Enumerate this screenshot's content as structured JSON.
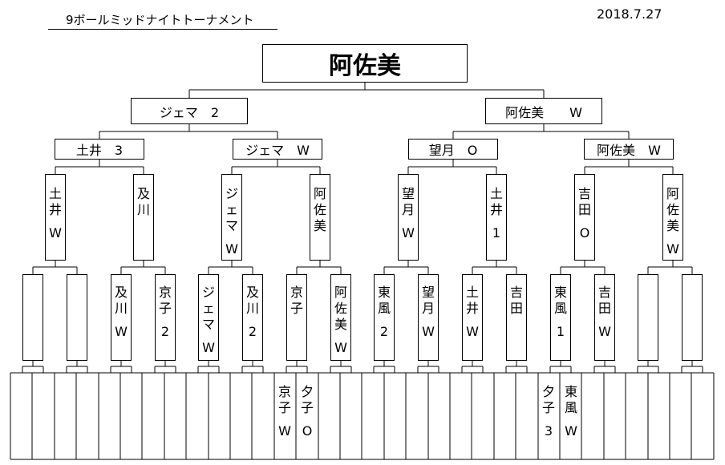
{
  "header": {
    "title": "9ボールミッドナイトトーナメント",
    "date": "2018.7.27"
  },
  "champion": "阿佐美",
  "semi": [
    {
      "label": "ジェマ　2"
    },
    {
      "label": "阿佐美　　W"
    }
  ],
  "quarter": [
    {
      "label": "土井　3"
    },
    {
      "label": "ジェマ　W"
    },
    {
      "label": "望月　O"
    },
    {
      "label": "阿佐美　W"
    }
  ],
  "round16": [
    {
      "name": "土井",
      "result": "W"
    },
    {
      "name": "及川",
      "result": ""
    },
    {
      "name": "ジェマ",
      "result": "W"
    },
    {
      "name": "阿佐美",
      "result": ""
    },
    {
      "name": "望月",
      "result": "W"
    },
    {
      "name": "土井",
      "result": "1"
    },
    {
      "name": "吉田",
      "result": "O"
    },
    {
      "name": "阿佐美",
      "result": "W"
    }
  ],
  "round32": [
    {
      "name": "",
      "result": ""
    },
    {
      "name": "",
      "result": ""
    },
    {
      "name": "及川",
      "result": "W"
    },
    {
      "name": "京子",
      "result": "2"
    },
    {
      "name": "ジェマ",
      "result": "W"
    },
    {
      "name": "及川",
      "result": "2"
    },
    {
      "name": "京子",
      "result": ""
    },
    {
      "name": "阿佐美",
      "result": "W"
    },
    {
      "name": "東風",
      "result": "2"
    },
    {
      "name": "望月",
      "result": "W"
    },
    {
      "name": "土井",
      "result": "W"
    },
    {
      "name": "吉田",
      "result": ""
    },
    {
      "name": "東風",
      "result": "1"
    },
    {
      "name": "吉田",
      "result": "W"
    },
    {
      "name": "",
      "result": ""
    },
    {
      "name": "",
      "result": ""
    }
  ],
  "round64": [
    {
      "name": "京子",
      "result": "W"
    },
    {
      "name": "夕子",
      "result": "O"
    },
    {
      "name": "夕子",
      "result": "3"
    },
    {
      "name": "東風",
      "result": "W"
    }
  ]
}
